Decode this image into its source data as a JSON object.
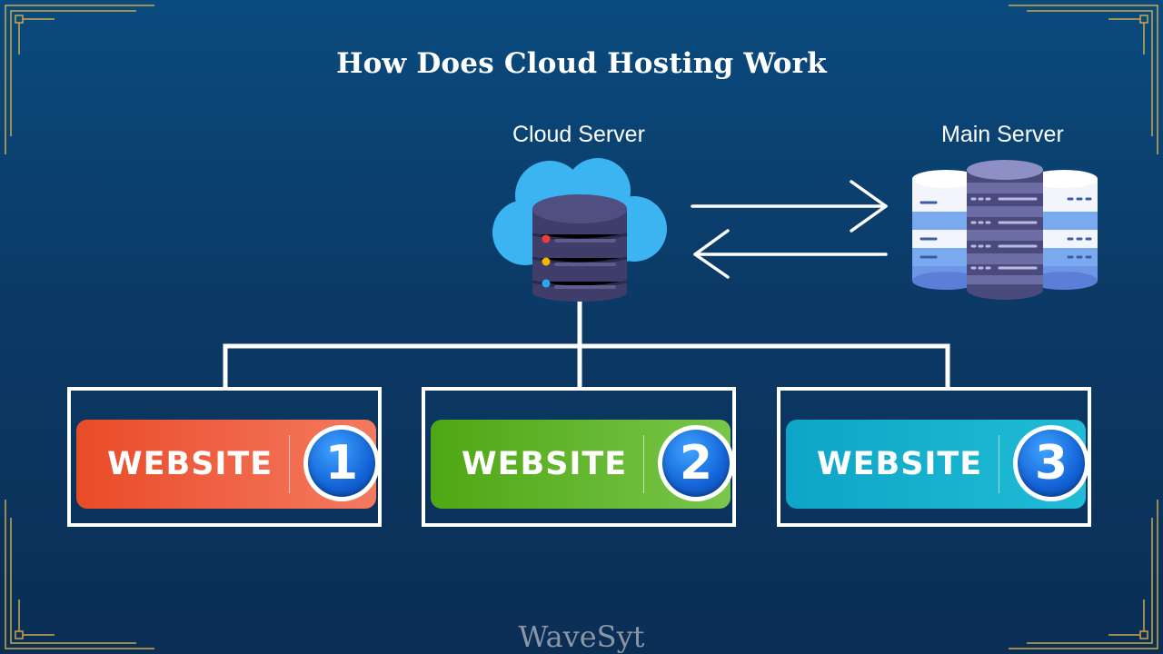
{
  "title": "How Does Cloud Hosting Work",
  "nodes": {
    "cloud_server": {
      "label": "Cloud Server",
      "icon": "cloud-server-icon"
    },
    "main_server": {
      "label": "Main Server",
      "icon": "database-stack-icon"
    }
  },
  "websites": [
    {
      "label": "WEBSITE",
      "number": "1",
      "color_start": "#e94b28",
      "color_end": "#f57a60"
    },
    {
      "label": "WEBSITE",
      "number": "2",
      "color_start": "#4ea714",
      "color_end": "#79c64a"
    },
    {
      "label": "WEBSITE",
      "number": "3",
      "color_start": "#0ea5c7",
      "color_end": "#20bcd6"
    }
  ],
  "watermark": "WaveSyt",
  "colors": {
    "background": "#0b3a66",
    "connector": "#ffffff",
    "corner_ornament": "#c9a94a",
    "cloud": "#3db4f2",
    "server_dark": "#3b3a66",
    "server_light": "#6f8fe0"
  }
}
